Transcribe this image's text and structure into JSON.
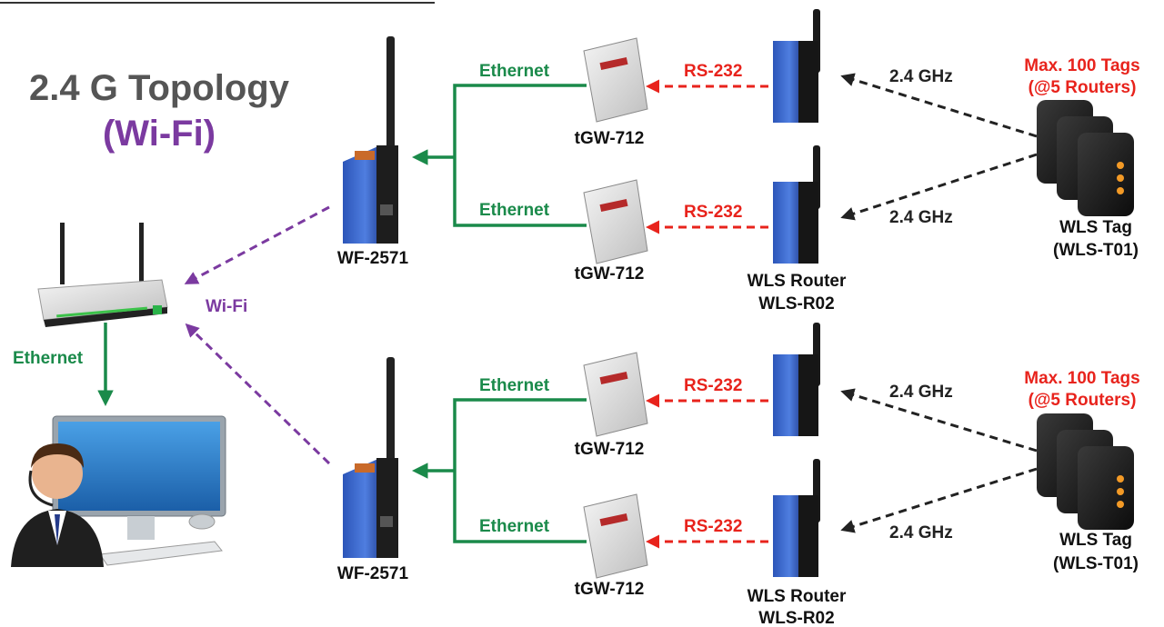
{
  "title": {
    "line1": "2.4 G Topology",
    "line2": "(Wi-Fi)"
  },
  "colors": {
    "ethernet": "#1a8a4a",
    "rs232": "#e8231c",
    "wifi": "#7b3aa0",
    "ghz": "#222222",
    "tags_note": "#e8231c"
  },
  "labels": {
    "ethernet": "Ethernet",
    "rs232": "RS-232",
    "ghz": "2.4 GHz",
    "wifi": "Wi-Fi",
    "gateway": "tGW-712",
    "ap": "WF-2571",
    "router_top": "WLS Router",
    "router_bottom": "WLS-R02",
    "tag_name": "WLS Tag",
    "tag_model": "(WLS-T01)",
    "tags_note_1": "Max. 100 Tags",
    "tags_note_2": "(@5 Routers)",
    "pc_ethernet": "Ethernet"
  },
  "icons": {
    "wifi_router": "wifi-router-icon",
    "pc": "operator-pc-icon",
    "access_point": "access-point-icon",
    "gateway": "tgw-gateway-icon",
    "wls_router": "wls-router-icon",
    "tag": "wls-tag-icon"
  }
}
